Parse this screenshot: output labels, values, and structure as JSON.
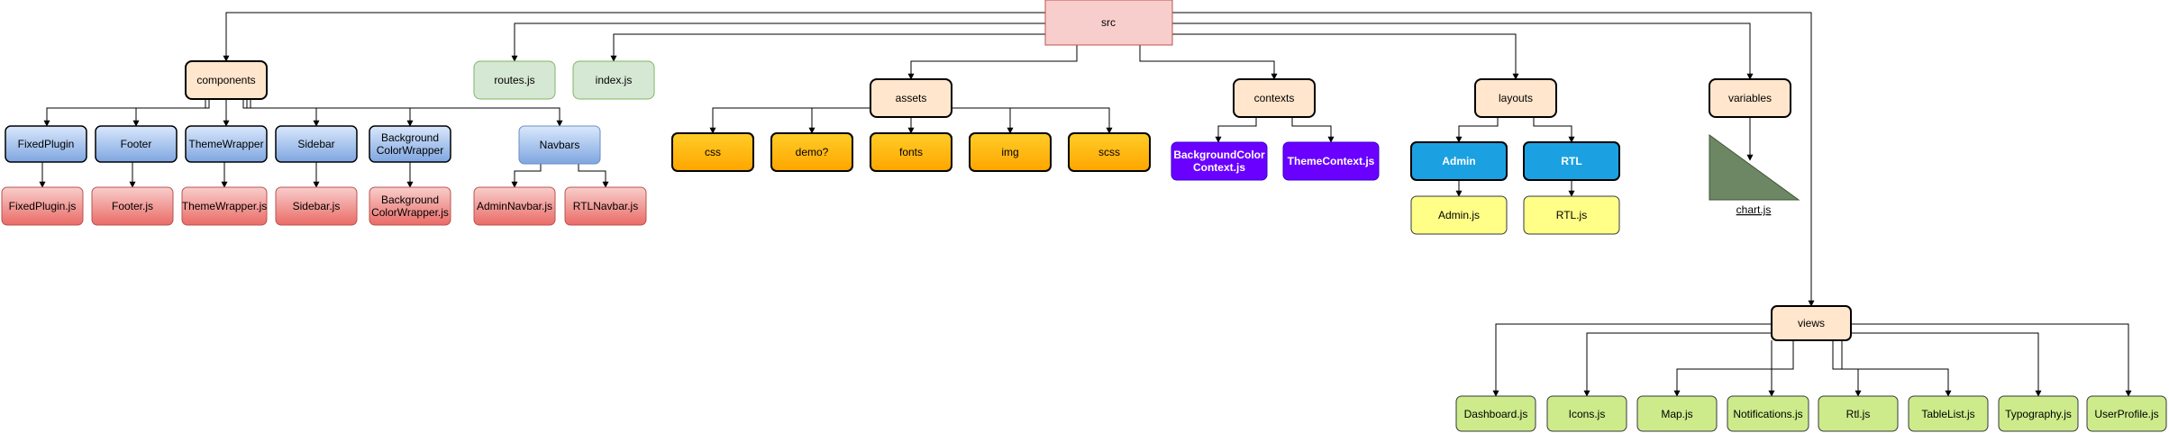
{
  "nodes": {
    "src": "src",
    "components": "components",
    "routes": "routes.js",
    "index": "index.js",
    "assets": "assets",
    "contexts": "contexts",
    "layouts": "layouts",
    "variables": "variables",
    "fixedplugin": "FixedPlugin",
    "footer": "Footer",
    "themewrapper": "ThemeWrapper",
    "sidebar": "Sidebar",
    "bgwrapper": [
      "Background",
      "ColorWrapper"
    ],
    "navbars": "Navbars",
    "fixedplugin_js": "FixedPlugin.js",
    "footer_js": "Footer.js",
    "themewrapper_js": "ThemeWrapper.js",
    "sidebar_js": "Sidebar.js",
    "bgwrapper_js": [
      "Background",
      "ColorWrapper.js"
    ],
    "adminnavbar_js": "AdminNavbar.js",
    "rtlnavbar_js": "RTLNavbar.js",
    "css": "css",
    "demo": "demo?",
    "fonts": "fonts",
    "img": "img",
    "scss": "scss",
    "bgctx_js": [
      "BackgroundColor",
      "Context.js"
    ],
    "themectx_js": "ThemeContext.js",
    "admin": "Admin",
    "rtl": "RTL",
    "admin_js": "Admin.js",
    "rtl_js": "RTL.js",
    "chart_js": "chart.js",
    "views": "views",
    "dashboard_js": "Dashboard.js",
    "icons_js": "Icons.js",
    "map_js": "Map.js",
    "notifications_js": "Notifications.js",
    "rtlview_js": "Rtl.js",
    "tablelist_js": "TableList.js",
    "typography_js": "Typography.js",
    "userprofile_js": "UserProfile.js"
  },
  "colors": {
    "src_fill": "#f8cecc",
    "src_stroke": "#b85450",
    "folder_fill": "#ffe6cc",
    "folder_stroke": "#000000",
    "green_fill": "#d5e8d4",
    "green_stroke": "#82b366",
    "blue_top": "#dae8fc",
    "blue_bottom": "#7ea6e0",
    "blue_stroke": "#000000",
    "red_top": "#f8cecc",
    "red_bottom": "#ea6b66",
    "red_stroke": "#b85450",
    "orange_top": "#ffcd28",
    "orange_bottom": "#ffa500",
    "orange_stroke": "#000000",
    "purple_fill": "#6a00ff",
    "purple_stroke": "#3700cc",
    "cyan_fill": "#1ba1e2",
    "cyan_stroke": "#000000",
    "yellow_fill": "#ffff88",
    "yellow_stroke": "#36393d",
    "lime_fill": "#cdeb8b",
    "lime_stroke": "#36393d",
    "triangle_fill": "#6d8764",
    "triangle_stroke": "#3a5431"
  }
}
